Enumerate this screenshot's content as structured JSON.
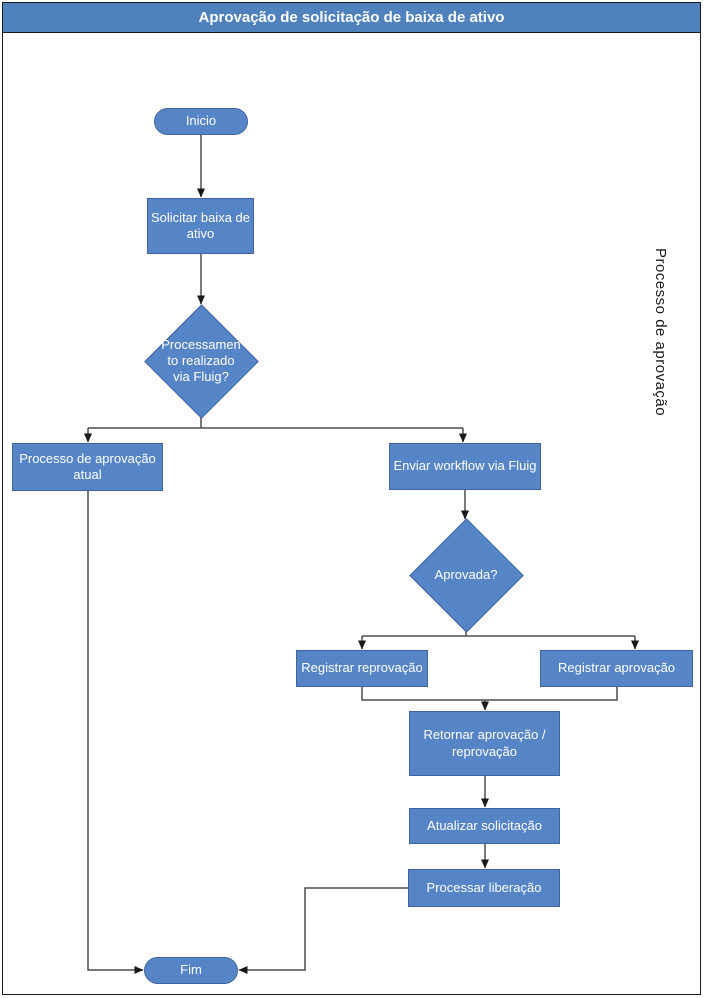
{
  "page": {
    "title": "Aprovação de solicitação de baixa de ativo",
    "lane_label": "Processo de aprovação"
  },
  "colors": {
    "title_bar_bg": "#4F81BD",
    "node_fill": "#5585C6",
    "node_border": "#41659E",
    "node_text": "#FFFFFF",
    "connector": "#4D4D4D",
    "frame_border": "#1A1A1A"
  },
  "nodes": {
    "start": {
      "type": "terminator",
      "label": "Inicio"
    },
    "solicitar": {
      "type": "process",
      "label": "Solicitar baixa de\nativo"
    },
    "proc_fluig": {
      "type": "decision",
      "label": "Processamen\nto realizado\nvia Fluig?"
    },
    "processo_atual": {
      "type": "process",
      "label": "Processo de aprovação\natual"
    },
    "enviar_workflow": {
      "type": "process",
      "label": "Enviar workflow via Fluig"
    },
    "aprovada": {
      "type": "decision",
      "label": "Aprovada?"
    },
    "registrar_reprovacao": {
      "type": "process",
      "label": "Registrar reprovação"
    },
    "registrar_aprovacao": {
      "type": "process",
      "label": "Registrar aprovação"
    },
    "retornar": {
      "type": "process",
      "label": "Retornar aprovação /\nreprovação"
    },
    "atualizar": {
      "type": "process",
      "label": "Atualizar solicitação"
    },
    "processar": {
      "type": "process",
      "label": "Processar liberação"
    },
    "end": {
      "type": "terminator",
      "label": "Fim"
    }
  },
  "edges": [
    {
      "from": "start",
      "to": "solicitar"
    },
    {
      "from": "solicitar",
      "to": "proc_fluig"
    },
    {
      "from": "proc_fluig",
      "to": "processo_atual"
    },
    {
      "from": "proc_fluig",
      "to": "enviar_workflow"
    },
    {
      "from": "processo_atual",
      "to": "end"
    },
    {
      "from": "enviar_workflow",
      "to": "aprovada"
    },
    {
      "from": "aprovada",
      "to": "registrar_reprovacao"
    },
    {
      "from": "aprovada",
      "to": "registrar_aprovacao"
    },
    {
      "from": "registrar_reprovacao",
      "to": "retornar"
    },
    {
      "from": "registrar_aprovacao",
      "to": "retornar"
    },
    {
      "from": "retornar",
      "to": "atualizar"
    },
    {
      "from": "atualizar",
      "to": "processar"
    },
    {
      "from": "processar",
      "to": "end"
    }
  ]
}
